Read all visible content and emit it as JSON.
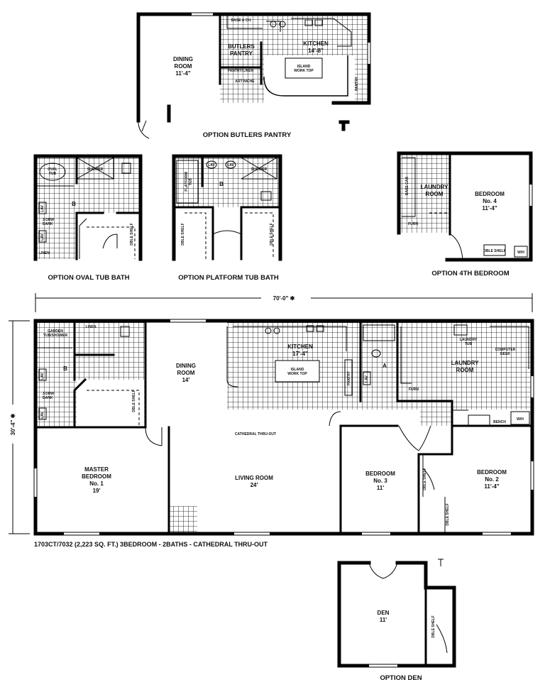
{
  "option_butlers_pantry": {
    "caption": "OPTION BUTLERS PANTRY",
    "dining_room": "DINING\nROOM\n11'-4\"",
    "kitchen": "KITCHEN\n14'-8\"",
    "butlers_pantry": "BUTLERS\nPANTRY",
    "island": "ISLAND\nWORK TOP",
    "base_cab": "BASE & CH.",
    "pantry_linen": "PANTRY/LINEN",
    "art_niche": "ART NICHE",
    "pantry": "PANTRY"
  },
  "option_oval_tub_bath": {
    "caption": "OPTION OVAL TUB BATH",
    "oval_tub": "OVAL\nTUB",
    "shower": "SHOWER",
    "bath_letter": "B",
    "lav": "LAV",
    "drw_bank": "3 DRW\nBANK",
    "linen": "LINEN",
    "dble_shelf": "DBLE SHELF"
  },
  "option_platform_tub_bath": {
    "caption": "OPTION PLATFORM TUB BATH",
    "platform_tub": "PLATFORM\nTUB",
    "shower": "SHOWER",
    "bath_letter": "B",
    "lav": "LAV",
    "dble_shelf": "DBLE SHELF"
  },
  "option_4th_bedroom": {
    "caption": "OPTION 4TH BEDROOM",
    "laundry": "LAUNDRY\nROOM",
    "bedroom": "BEDROOM\nNo. 4\n11'-4\"",
    "base_cab": "BASE CAB",
    "dble_shelf": "DBLE SHELF",
    "furn": "FURN",
    "wh": "W/H"
  },
  "dimensions": {
    "width": "70'-0\" ✱",
    "depth": "30'-4\" ✱"
  },
  "main_plan": {
    "caption": "1703CT/7032 (2,223 SQ. FT.) 3BEDROOM - 2BATHS - CATHEDRAL THRU-OUT",
    "garden_tub": "GARDEN\nTUB/SHOWER",
    "bath_b": "B",
    "bath_a": "A",
    "dining_room": "DINING\nROOM\n14'",
    "kitchen": "KITCHEN\n17'-4\"",
    "island": "ISLAND\nWORK TOP",
    "laundry": "LAUNDRY\nROOM",
    "laundry_tub": "LAUNDRY\nTUB",
    "computer_desk": "COMPUTER\nDESK",
    "cathedral": "CATHEDRAL THRU-OUT",
    "living_room": "LIVING ROOM\n24'",
    "master": "MASTER\nBEDROOM\nNo. 1\n19'",
    "bedroom3": "BEDROOM\nNo. 3\n11'",
    "bedroom2": "BEDROOM\nNo. 2\n11'-4\"",
    "lav": "LAV",
    "drw_bank": "3 DRW\nBANK",
    "dble_shelf": "DBLE SHELF",
    "pantry": "PANTRY",
    "bench": "BENCH",
    "linen": "LINEN",
    "wh": "W/H",
    "furn": "FURN"
  },
  "option_den": {
    "caption": "OPTION DEN",
    "den": "DEN\n11'",
    "dble_shelf": "DBLE SHELF"
  }
}
